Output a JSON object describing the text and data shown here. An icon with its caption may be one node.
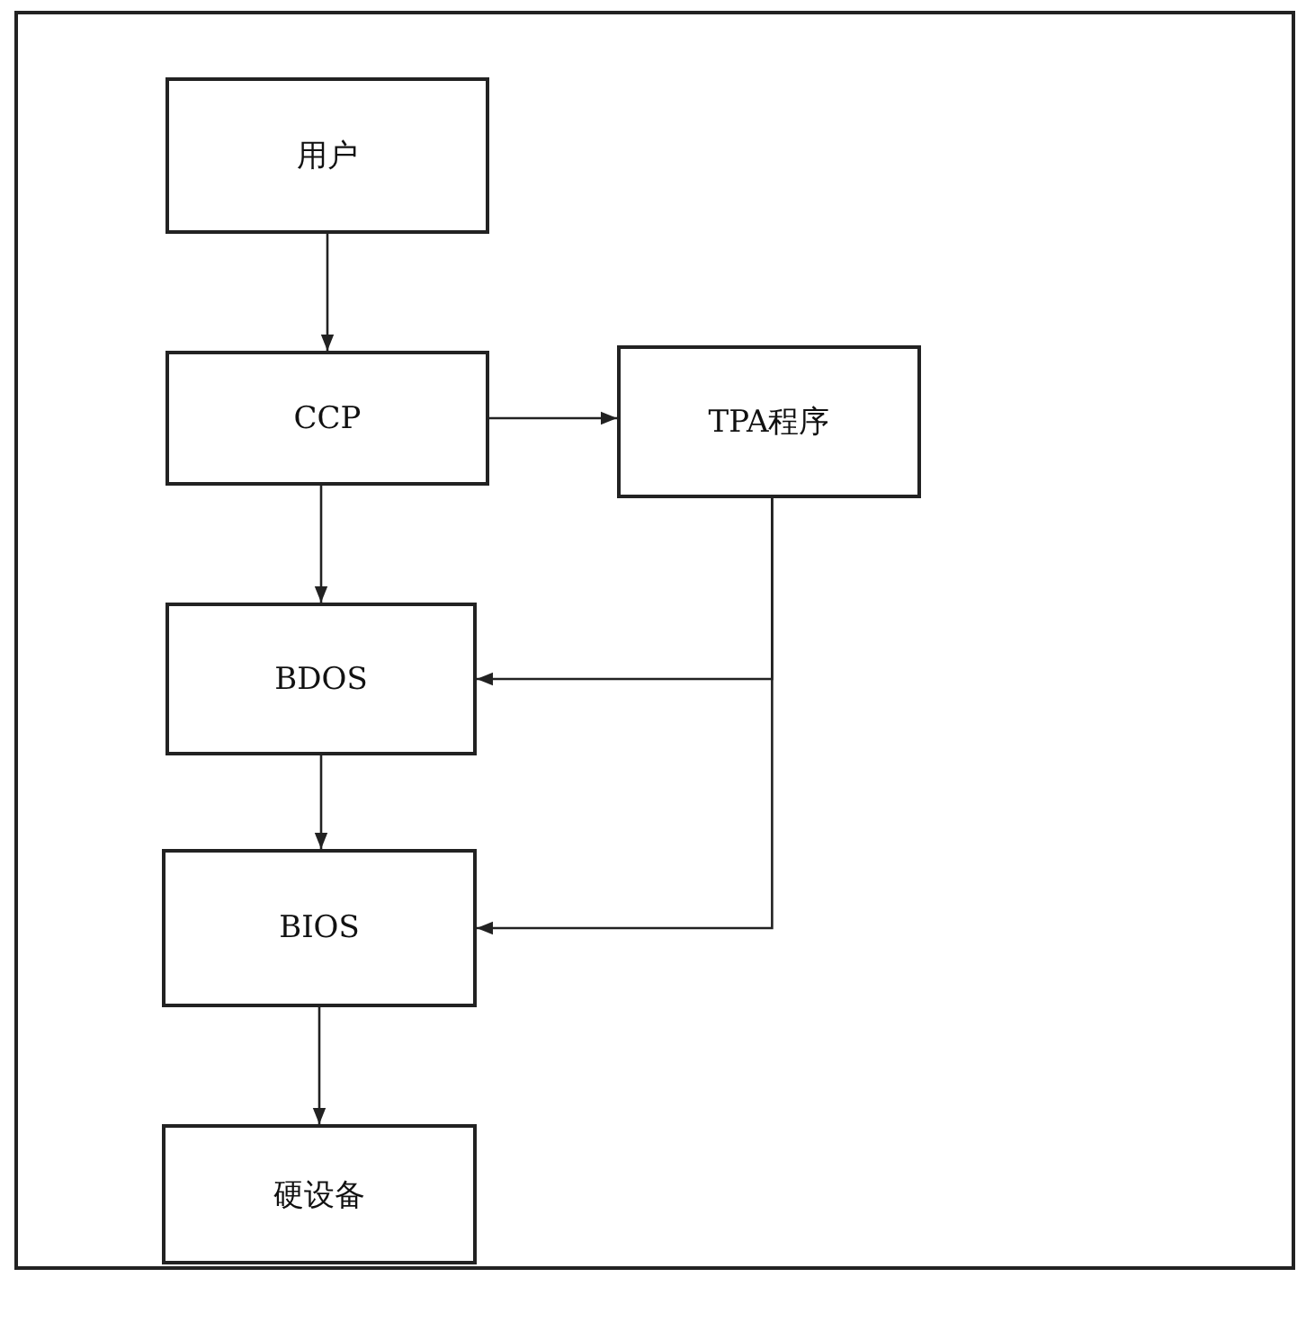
{
  "diagram": {
    "nodes": [
      {
        "text": [
          "用户"
        ]
      },
      {
        "text": [
          "CCP"
        ]
      },
      {
        "text": [
          "TPA程序"
        ]
      },
      {
        "text": [
          "BDOS"
        ]
      },
      {
        "text": [
          "BIOS"
        ]
      },
      {
        "text": [
          "硬设备"
        ]
      }
    ],
    "edges": [
      {
        "from": 0,
        "to": 1,
        "arrow": "to"
      },
      {
        "from": 1,
        "to": 2,
        "arrow": "to"
      },
      {
        "from": 1,
        "to": 3,
        "arrow": "to"
      },
      {
        "from": 2,
        "to": 3,
        "arrow": "to"
      },
      {
        "from": 3,
        "to": 4,
        "arrow": "to"
      },
      {
        "from": 2,
        "to": 4,
        "arrow": "to"
      },
      {
        "from": 4,
        "to": 5,
        "arrow": "to"
      }
    ]
  }
}
